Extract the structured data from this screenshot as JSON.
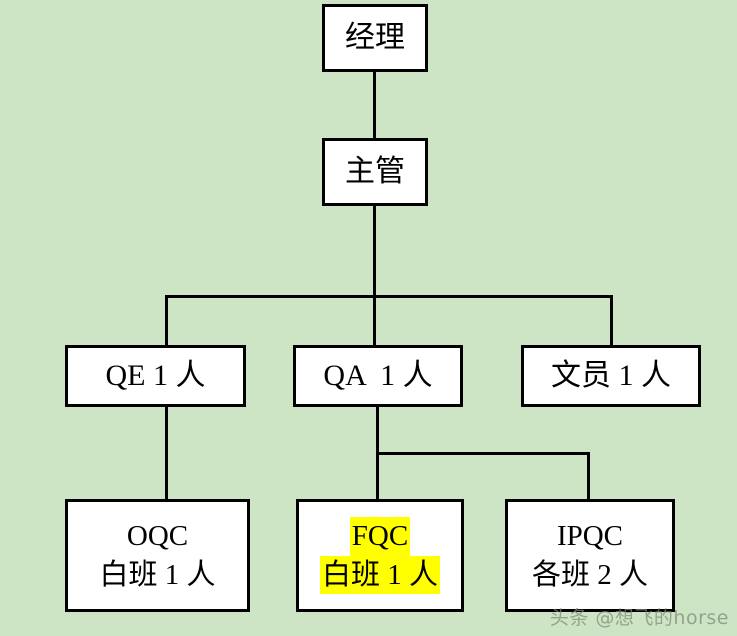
{
  "background_color": "#cde5c4",
  "box_fill": "#ffffff",
  "line_color": "#000000",
  "highlight_color": "#ffff00",
  "nodes": {
    "manager": {
      "label": "经理"
    },
    "supervisor": {
      "label": "主管"
    },
    "qe": {
      "label": "QE 1 人"
    },
    "qa": {
      "label": "QA  1 人"
    },
    "clerk": {
      "label": "文员 1 人"
    },
    "oqc": {
      "title": "OQC",
      "detail": "白班 1 人"
    },
    "fqc": {
      "title": "FQC",
      "detail": "白班 1 人"
    },
    "ipqc": {
      "title": "IPQC",
      "detail": "各班 2 人"
    }
  },
  "watermark": {
    "text": "头条 @想飞的horse"
  }
}
